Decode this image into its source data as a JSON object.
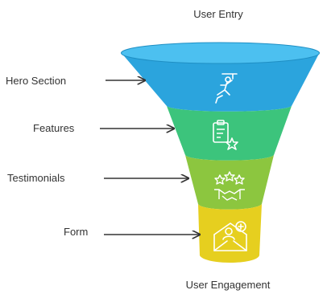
{
  "diagram": {
    "top_caption": "User Entry",
    "bottom_caption": "User Engagement",
    "stages": [
      {
        "label": "Hero Section",
        "icon": "person-climbing-icon",
        "color": "#2ba4dd"
      },
      {
        "label": "Features",
        "icon": "clipboard-star-icon",
        "color": "#3cc47c"
      },
      {
        "label": "Testimonials",
        "icon": "stars-handshake-icon",
        "color": "#8cc63f"
      },
      {
        "label": "Form",
        "icon": "envelope-user-plus-icon",
        "color": "#e6cf1f"
      }
    ]
  }
}
